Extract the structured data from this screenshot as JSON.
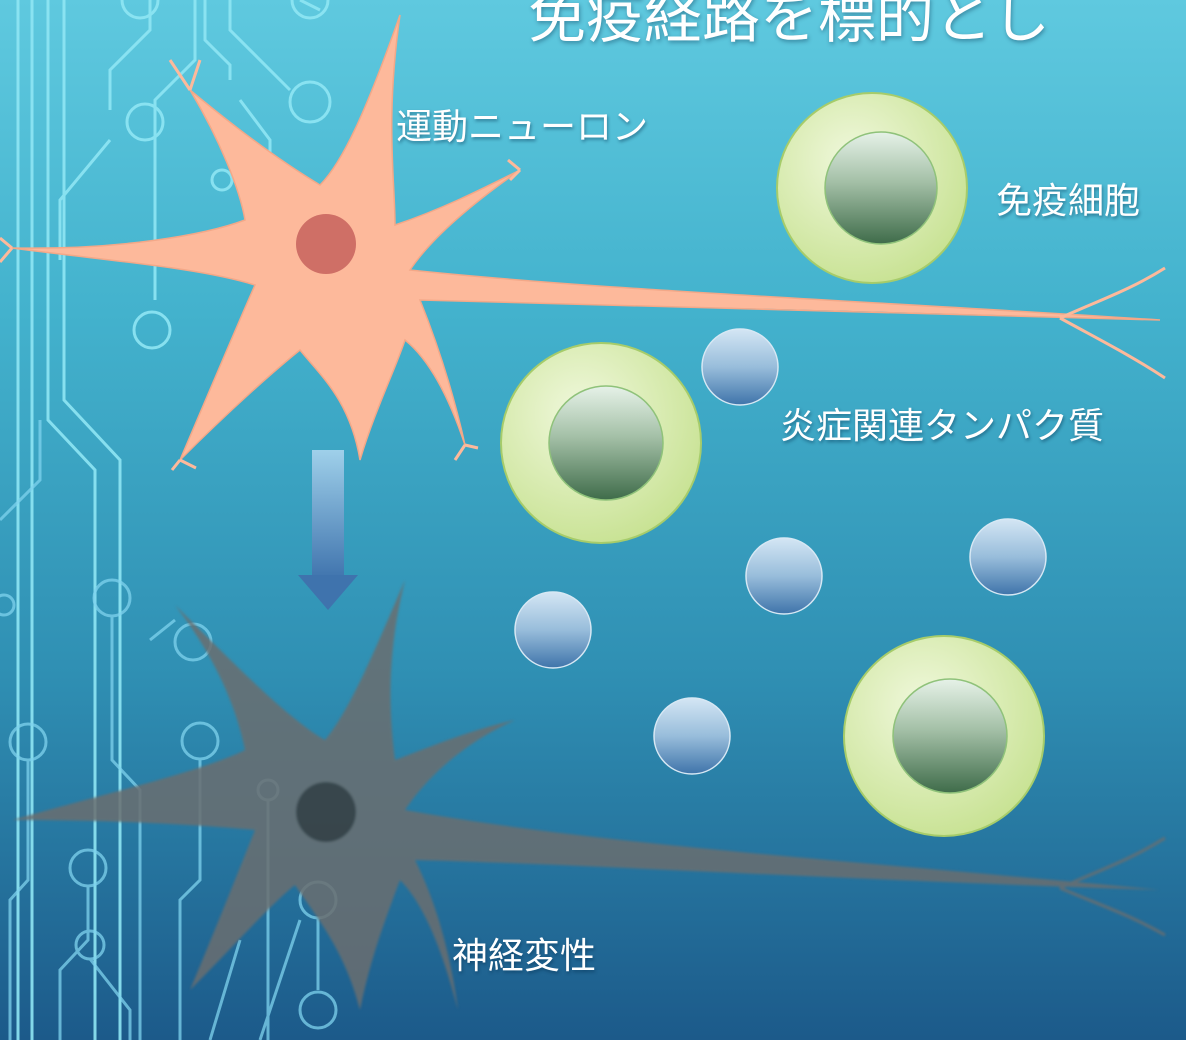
{
  "slide": {
    "title": "免疫経路を標的とし"
  },
  "labels": {
    "motor_neuron": "運動ニューロン",
    "immune_cell": "免疫細胞",
    "inflammatory_protein": "炎症関連タンパク質",
    "neurodegeneration": "神経変性"
  },
  "colors": {
    "neuron_healthy": "#fdb99b",
    "neuron_nucleus": "#cf6f66",
    "neuron_degenerated": "#6b6e70",
    "immune_cell_outer": "#d9ecb0",
    "immune_cell_inner": "#5e8c6a",
    "protein": "#6f9ec9",
    "circuit_line": "#8fe6f4",
    "arrow": "#5a8fc0"
  },
  "icons": {
    "arrow": "down-arrow-icon"
  }
}
